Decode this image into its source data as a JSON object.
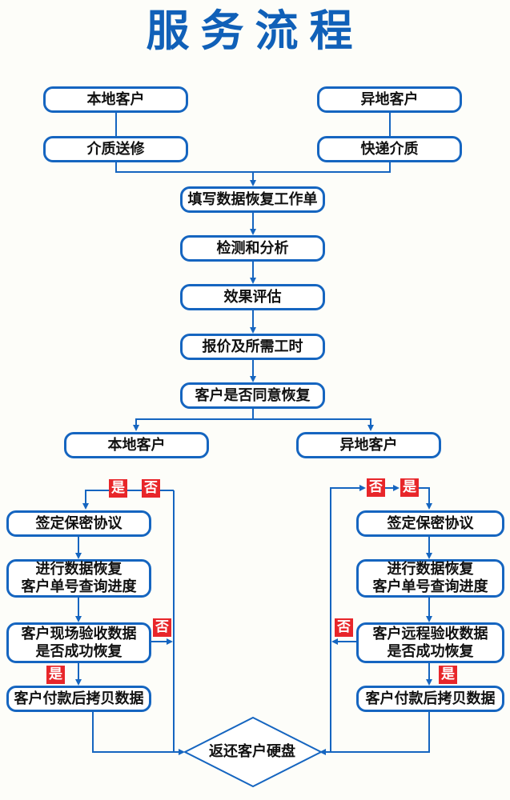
{
  "title": "服务流程",
  "colors": {
    "line": "#1565c0",
    "badge": "#e8262a",
    "title": "#1060b8"
  },
  "intake": {
    "local": {
      "client": "本地客户",
      "step": "介质送修"
    },
    "remote": {
      "client": "异地客户",
      "step": "快递介质"
    }
  },
  "main_steps": [
    "填写数据恢复工作单",
    "检测和分析",
    "效果评估",
    "报价及所需工时",
    "客户是否同意恢复"
  ],
  "branches": {
    "local": {
      "label": "本地客户",
      "yes": "是",
      "no": "否",
      "steps": [
        "签定保密协议",
        "进行数据恢复",
        "客户单号查询进度",
        "客户现场验收数据",
        "是否成功恢复",
        "客户付款后拷贝数据"
      ],
      "verify_no": "否",
      "verify_yes": "是"
    },
    "remote": {
      "label": "异地客户",
      "yes": "是",
      "no": "否",
      "steps": [
        "签定保密协议",
        "进行数据恢复",
        "客户单号查询进度",
        "客户远程验收数据",
        "是否成功恢复",
        "客户付款后拷贝数据"
      ],
      "verify_no": "否",
      "verify_yes": "是"
    }
  },
  "end": "返还客户硬盘"
}
